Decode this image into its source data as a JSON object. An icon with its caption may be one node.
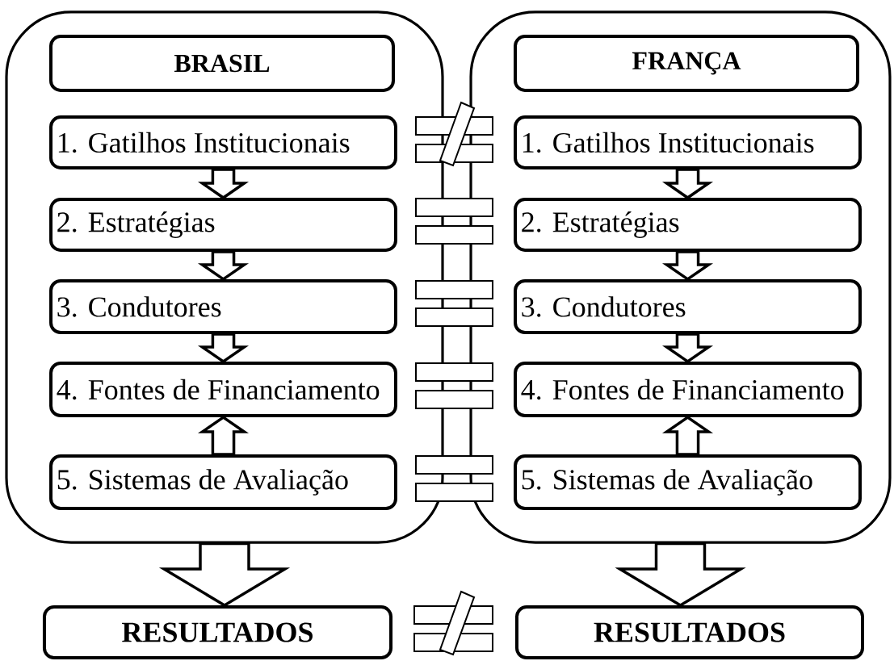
{
  "diagram": {
    "nodes": [
      {
        "text": [],
        "shape": "box"
      },
      {
        "text": [
          "BRASIL"
        ],
        "in": 0
      },
      {
        "text": [
          "1. Gatilhos Institucionais"
        ],
        "in": 0
      },
      {
        "text": [
          "2. Estratégias"
        ],
        "in": 0
      },
      {
        "text": [
          "3. Condutores"
        ],
        "in": 0
      },
      {
        "text": [
          "4. Fontes de Financiamento"
        ],
        "in": 0
      },
      {
        "text": [
          "5. Sistemas de Avaliação"
        ],
        "in": 0
      },
      {
        "text": [],
        "shape": "box"
      },
      {
        "text": [
          "FRANÇA"
        ],
        "in": 7
      },
      {
        "text": [
          "1. Gatilhos Institucionais"
        ],
        "in": 7
      },
      {
        "text": [
          "2. Estratégias"
        ],
        "in": 7
      },
      {
        "text": [
          "3. Condutores"
        ],
        "in": 7
      },
      {
        "text": [
          "4. Fontes de Financiamento"
        ],
        "in": 7
      },
      {
        "text": [
          "5. Sistemas de Avaliação"
        ],
        "in": 7
      },
      {
        "text": [
          "RESULTADOS"
        ]
      },
      {
        "text": [
          "RESULTADOS"
        ]
      }
    ],
    "edges": [
      {
        "from": 2,
        "to": 3,
        "arrow": "to"
      },
      {
        "from": 3,
        "to": 4,
        "arrow": "to"
      },
      {
        "from": 4,
        "to": 5,
        "arrow": "to"
      },
      {
        "from": 6,
        "to": 5,
        "arrow": "to"
      },
      {
        "from": 9,
        "to": 10,
        "arrow": "to"
      },
      {
        "from": 10,
        "to": 11,
        "arrow": "to"
      },
      {
        "from": 11,
        "to": 12,
        "arrow": "to"
      },
      {
        "from": 13,
        "to": 12,
        "arrow": "to"
      },
      {
        "from": 0,
        "to": 14,
        "arrow": "to"
      },
      {
        "from": 7,
        "to": 15,
        "arrow": "to"
      }
    ]
  }
}
